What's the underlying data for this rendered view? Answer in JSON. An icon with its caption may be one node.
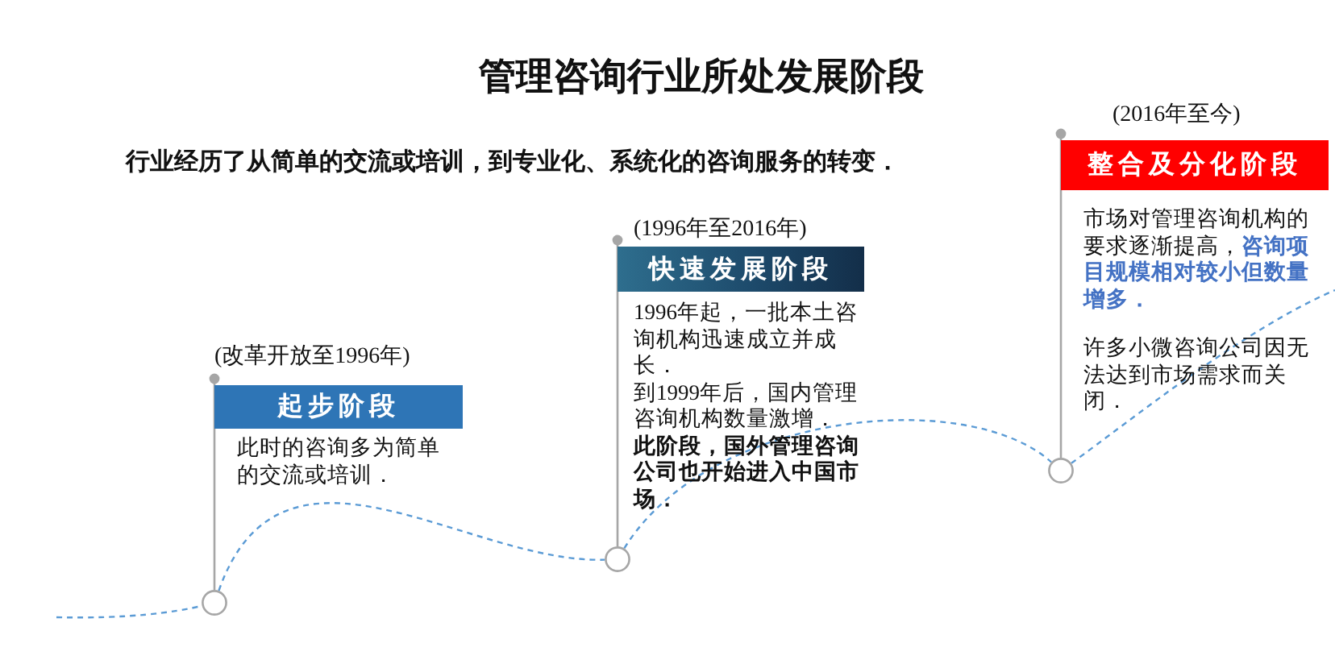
{
  "diagram": {
    "title": "管理咨询行业所处发展阶段",
    "nodes": [
      {
        "text": [
          "起步阶段"
        ],
        "beside": [
          "(改革开放至1996年)",
          "此时的咨询多为简单的交流或培训．"
        ]
      },
      {
        "text": [],
        "shape": "circle"
      },
      {
        "text": [
          "快速发展阶段"
        ],
        "beside": [
          "(1996年至2016年)",
          "1996年起，一批本土咨询机构迅速成立并成长．",
          "到1999年后，国内管理咨询机构数量激增．",
          "此阶段，国外管理咨询公司也开始进入中国市场．"
        ]
      },
      {
        "text": [],
        "shape": "circle"
      },
      {
        "text": [
          "整合及分化阶段"
        ],
        "beside": [
          "(2016年至今)",
          "市场对管理咨询机构的要求逐渐提高，**咨询项目规模相对较小但数量增多．**",
          "许多小微咨询公司因无法达到市场需求而关闭．"
        ]
      },
      {
        "text": [],
        "shape": "circle"
      }
    ],
    "edges": [
      {
        "from": 0,
        "to": 1,
        "arrow": "other"
      },
      {
        "from": 2,
        "to": 3,
        "arrow": "other"
      },
      {
        "from": 4,
        "to": 5,
        "arrow": "other"
      },
      {
        "from": null,
        "to": 1,
        "arrow": "none",
        "style": "dashed",
        "color": "#5b9bd5"
      },
      {
        "from": 1,
        "to": 3,
        "arrow": "none",
        "style": "dashed",
        "color": "#5b9bd5"
      },
      {
        "from": 3,
        "to": 5,
        "arrow": "none",
        "style": "dashed",
        "color": "#5b9bd5"
      },
      {
        "from": 5,
        "to": null,
        "arrow": "none",
        "style": "dashed",
        "color": "#5b9bd5"
      }
    ],
    "labels": [
      "行业经历了从简单的交流或培训，到专业化、系统化的咨询服务的转变．"
    ]
  }
}
